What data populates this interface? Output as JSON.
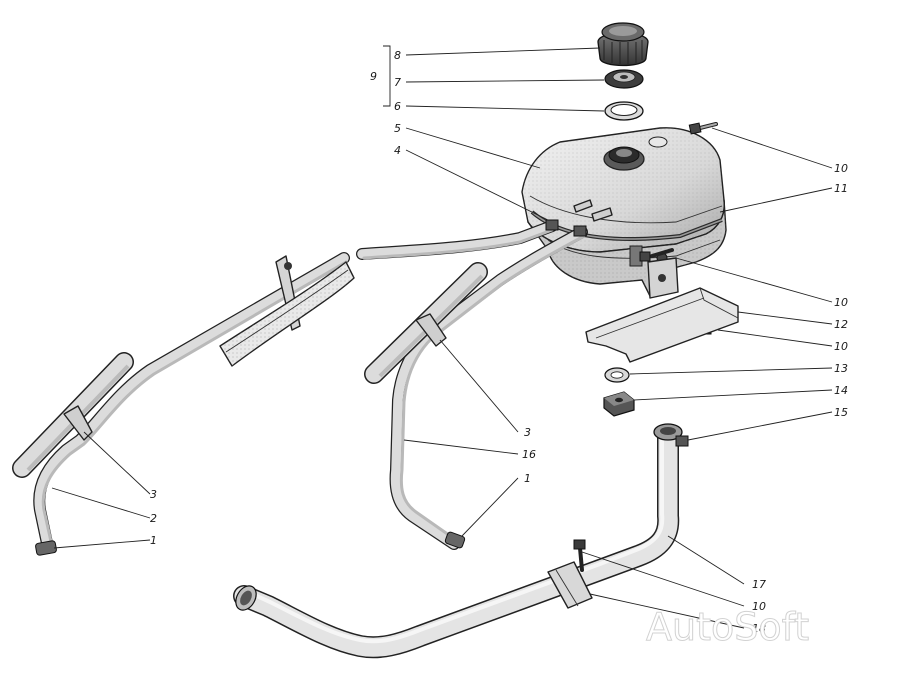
{
  "callouts": {
    "c8": "8",
    "c7": "7",
    "c9": "9",
    "c6": "6",
    "c5": "5",
    "c4": "4",
    "c10a": "10",
    "c11": "11",
    "c10b": "10",
    "c12": "12",
    "c10c": "10",
    "c13": "13",
    "c14": "14",
    "c15": "15",
    "c3a": "3",
    "c16": "16",
    "c1a": "1",
    "c3b": "3",
    "c2": "2",
    "c1b": "1",
    "c17": "17",
    "c10d": "10",
    "c18": "18"
  },
  "watermark": "AutoSoft"
}
